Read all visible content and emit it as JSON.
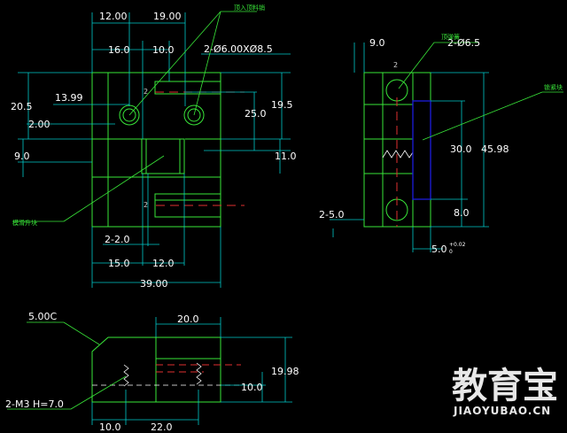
{
  "colors": {
    "background": "#000000",
    "part_outline": "#39e639",
    "dimension_line": "#00c8c8",
    "dimension_text": "#ffffff",
    "hidden_line": "#e03030",
    "insert_block": "#1a1acc",
    "leader": "#39e639"
  },
  "front_view": {
    "dims": {
      "w12": "12.00",
      "w19": "19.00",
      "w16": "16.0",
      "w10": "10.0",
      "hole_spec": "2-Ø6.00XØ8.5",
      "h1399": "13.99",
      "h205": "20.5",
      "h200": "2.00",
      "h90": "9.0",
      "h250": "25.0",
      "h195": "19.5",
      "h110": "11.0",
      "b22": "2-2.0",
      "b15": "15.0",
      "b12": "12.0",
      "b39": "39.00"
    },
    "notes": {
      "ejector_pin": "顶入顶料销",
      "slider_block": "模滑升块"
    }
  },
  "side_view": {
    "dims": {
      "w90": "9.0",
      "spring_spec": "2-Ø6.5",
      "h300": "30.0",
      "h4598": "45.98",
      "h80": "8.0",
      "s25": "2-5.0",
      "b50": "5.0",
      "tol_plus": "+0.02",
      "tol_minus": "0"
    },
    "notes": {
      "spring": "顶弹簧",
      "lock_block": "锁紧块"
    }
  },
  "bottom_view": {
    "dims": {
      "chamfer": "5.00C",
      "w200": "20.0",
      "h1998": "19.98",
      "thread": "2-M3  H=7.0",
      "h100": "10.0",
      "b100": "10.0",
      "b220": "22.0"
    }
  },
  "watermark": {
    "main": "教育宝",
    "url": "JIAOYUBAO.CN"
  }
}
